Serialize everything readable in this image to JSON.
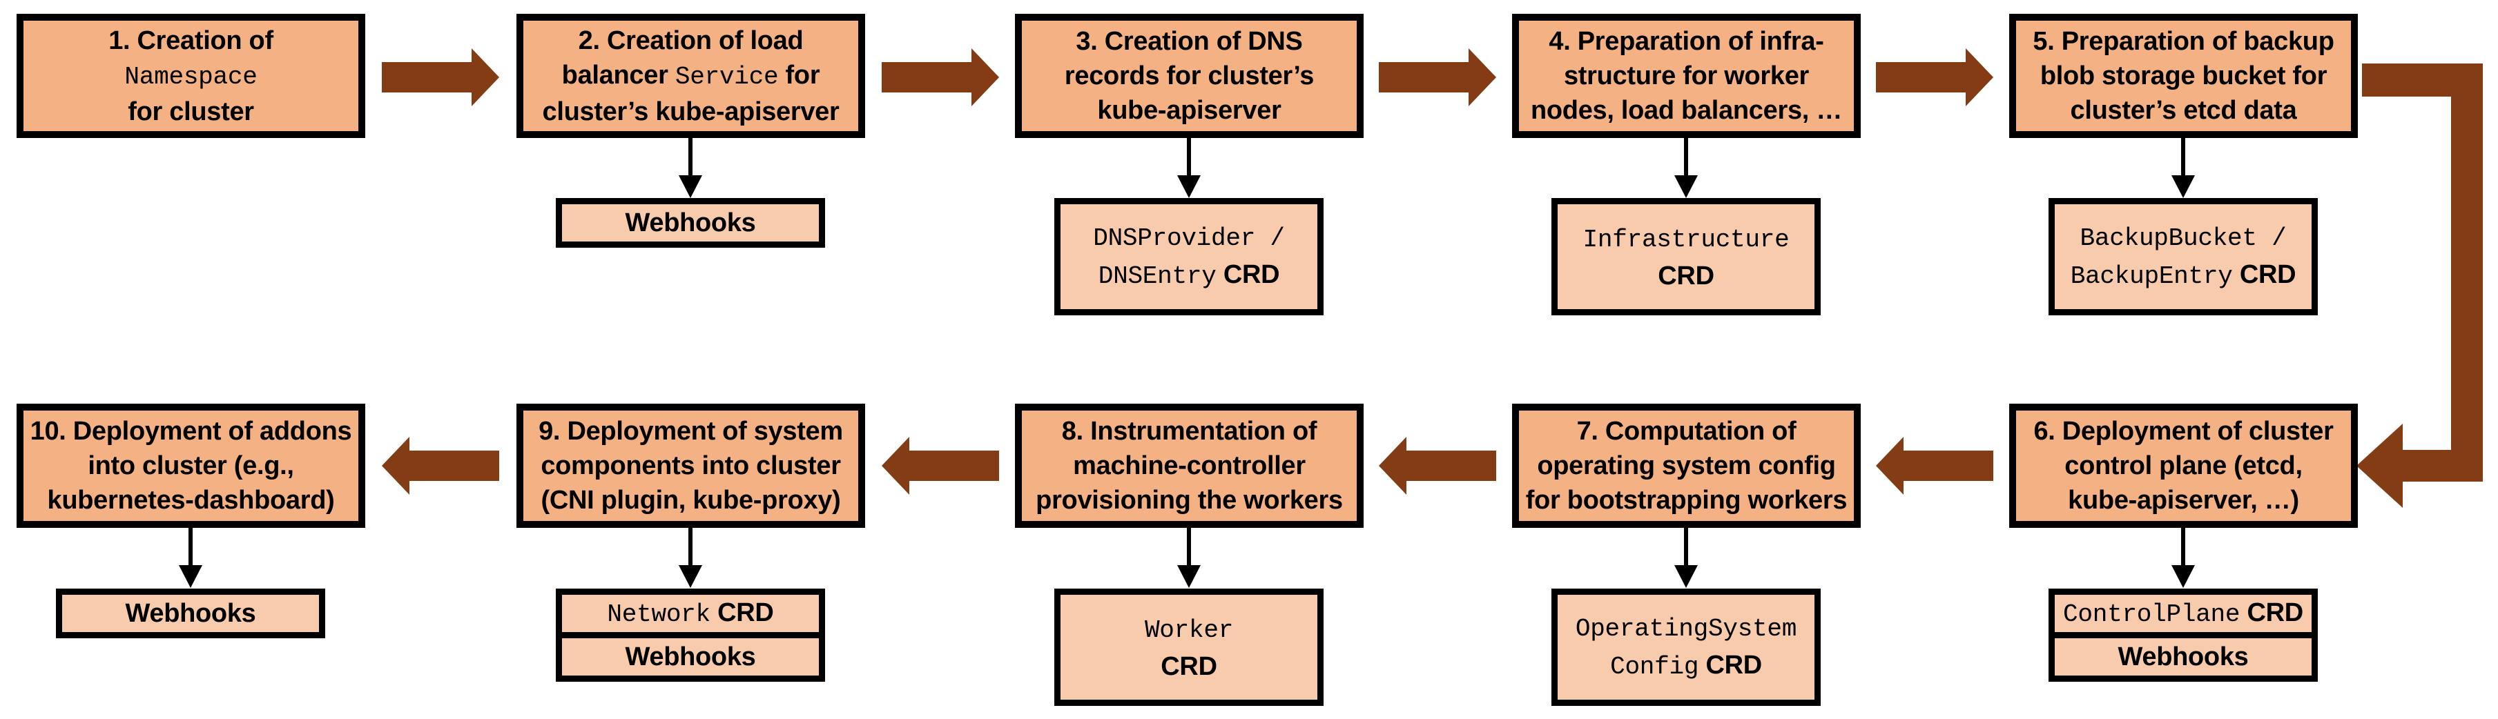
{
  "diagram": {
    "colors": {
      "main_box_fill": "#F4B183",
      "sub_box_fill": "#F8CBAD",
      "border": "#000000",
      "flow_arrow": "#843C14",
      "thin_arrow": "#000000"
    },
    "steps": [
      {
        "id": "1",
        "lines": [
          [
            {
              "t": "1. Creation of",
              "f": "s"
            }
          ],
          [
            {
              "t": "Namespace",
              "f": "m"
            }
          ],
          [
            {
              "t": "for cluster",
              "f": "s"
            }
          ]
        ],
        "sub_boxes": []
      },
      {
        "id": "2",
        "lines": [
          [
            {
              "t": "2. Creation of load",
              "f": "s"
            }
          ],
          [
            {
              "t": "balancer ",
              "f": "s"
            },
            {
              "t": "Service",
              "f": "m"
            },
            {
              "t": " for",
              "f": "s"
            }
          ],
          [
            {
              "t": "cluster’s kube-apiserver",
              "f": "s"
            }
          ]
        ],
        "sub_boxes": [
          {
            "lines": [
              [
                {
                  "t": "Webhooks",
                  "f": "s"
                }
              ]
            ]
          }
        ]
      },
      {
        "id": "3",
        "lines": [
          [
            {
              "t": "3. Creation of DNS",
              "f": "s"
            }
          ],
          [
            {
              "t": "records for cluster’s",
              "f": "s"
            }
          ],
          [
            {
              "t": "kube-apiserver",
              "f": "s"
            }
          ]
        ],
        "sub_boxes": [
          {
            "lines": [
              [
                {
                  "t": "DNSProvider /",
                  "f": "m"
                }
              ],
              [
                {
                  "t": "DNSEntry",
                  "f": "m"
                },
                {
                  "t": " CRD",
                  "f": "s"
                }
              ]
            ]
          }
        ]
      },
      {
        "id": "4",
        "lines": [
          [
            {
              "t": "4. Preparation of infra-",
              "f": "s"
            }
          ],
          [
            {
              "t": "structure for worker",
              "f": "s"
            }
          ],
          [
            {
              "t": "nodes, load balancers, …",
              "f": "s"
            }
          ]
        ],
        "sub_boxes": [
          {
            "lines": [
              [
                {
                  "t": "Infrastructure",
                  "f": "m"
                }
              ],
              [
                {
                  "t": "CRD",
                  "f": "s"
                }
              ]
            ]
          }
        ]
      },
      {
        "id": "5",
        "lines": [
          [
            {
              "t": "5. Preparation of backup",
              "f": "s"
            }
          ],
          [
            {
              "t": "blob storage bucket for",
              "f": "s"
            }
          ],
          [
            {
              "t": "cluster’s etcd data",
              "f": "s"
            }
          ]
        ],
        "sub_boxes": [
          {
            "lines": [
              [
                {
                  "t": "BackupBucket /",
                  "f": "m"
                }
              ],
              [
                {
                  "t": "BackupEntry",
                  "f": "m"
                },
                {
                  "t": " CRD",
                  "f": "s"
                }
              ]
            ]
          }
        ]
      },
      {
        "id": "6",
        "lines": [
          [
            {
              "t": "6. Deployment of cluster",
              "f": "s"
            }
          ],
          [
            {
              "t": "control plane (etcd,",
              "f": "s"
            }
          ],
          [
            {
              "t": "kube-apiserver, …)",
              "f": "s"
            }
          ]
        ],
        "sub_boxes": [
          {
            "lines": [
              [
                {
                  "t": "ControlPlane",
                  "f": "m"
                },
                {
                  "t": " CRD",
                  "f": "s"
                }
              ]
            ]
          },
          {
            "lines": [
              [
                {
                  "t": "Webhooks",
                  "f": "s"
                }
              ]
            ]
          }
        ]
      },
      {
        "id": "7",
        "lines": [
          [
            {
              "t": "7. Computation of",
              "f": "s"
            }
          ],
          [
            {
              "t": "operating system config",
              "f": "s"
            }
          ],
          [
            {
              "t": "for bootstrapping workers",
              "f": "s"
            }
          ]
        ],
        "sub_boxes": [
          {
            "lines": [
              [
                {
                  "t": "OperatingSystem",
                  "f": "m"
                }
              ],
              [
                {
                  "t": "Config",
                  "f": "m"
                },
                {
                  "t": " CRD",
                  "f": "s"
                }
              ]
            ]
          }
        ]
      },
      {
        "id": "8",
        "lines": [
          [
            {
              "t": "8. Instrumentation of",
              "f": "s"
            }
          ],
          [
            {
              "t": "machine-controller",
              "f": "s"
            }
          ],
          [
            {
              "t": "provisioning the workers",
              "f": "s"
            }
          ]
        ],
        "sub_boxes": [
          {
            "lines": [
              [
                {
                  "t": "Worker",
                  "f": "m"
                }
              ],
              [
                {
                  "t": "CRD",
                  "f": "s"
                }
              ]
            ]
          }
        ]
      },
      {
        "id": "9",
        "lines": [
          [
            {
              "t": "9. Deployment of system",
              "f": "s"
            }
          ],
          [
            {
              "t": "components into cluster",
              "f": "s"
            }
          ],
          [
            {
              "t": "(CNI plugin, kube-proxy)",
              "f": "s"
            }
          ]
        ],
        "sub_boxes": [
          {
            "lines": [
              [
                {
                  "t": "Network",
                  "f": "m"
                },
                {
                  "t": " CRD",
                  "f": "s"
                }
              ]
            ]
          },
          {
            "lines": [
              [
                {
                  "t": "Webhooks",
                  "f": "s"
                }
              ]
            ]
          }
        ]
      },
      {
        "id": "10",
        "lines": [
          [
            {
              "t": "10. Deployment of addons",
              "f": "s"
            }
          ],
          [
            {
              "t": "into cluster (e.g.,",
              "f": "s"
            }
          ],
          [
            {
              "t": "kubernetes-dashboard)",
              "f": "s"
            }
          ]
        ],
        "sub_boxes": [
          {
            "lines": [
              [
                {
                  "t": "Webhooks",
                  "f": "s"
                }
              ]
            ]
          }
        ]
      }
    ]
  }
}
